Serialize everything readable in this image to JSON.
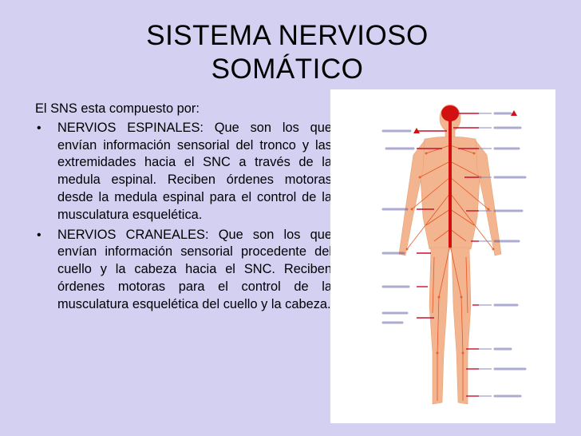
{
  "slide": {
    "title_line1": "SISTEMA NERVIOSO",
    "title_line2": "SOMÁTICO",
    "intro": "El SNS esta compuesto por:",
    "bullets": [
      {
        "text": "NERVIOS ESPINALES: Que son los que envían información sensorial del tronco y las extremidades hacia el SNC a través de la medula espinal. Reciben órdenes motoras desde la medula espinal para el control de la musculatura esquelética."
      },
      {
        "text": "NERVIOS CRANEALES: Que son los que envían información sensorial procedente del cuello y la cabeza hacia el SNC. Reciben órdenes motoras para el control de la musculatura esquelética del cuello y la cabeza."
      }
    ],
    "bullet_symbol": "•"
  },
  "figure": {
    "icon": "human-nervous-system-illustration",
    "colors": {
      "body": "#f3b590",
      "nerve": "#e84a1a",
      "spine": "#d21010",
      "label_line": "#c8102e",
      "label_text": "#4a4a9a"
    }
  }
}
